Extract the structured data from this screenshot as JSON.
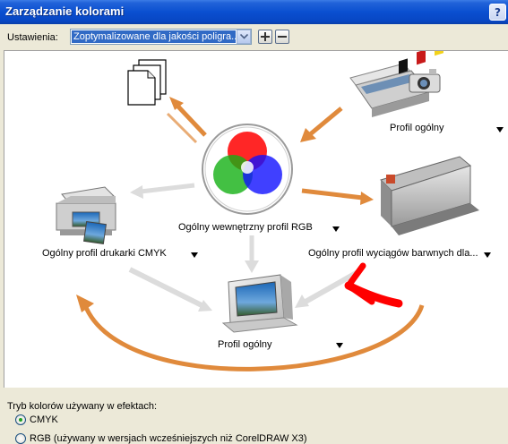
{
  "window": {
    "title": "Zarządzanie kolorami"
  },
  "settings": {
    "label": "Ustawienia:",
    "selected": "Zoptymalizowane dla jakości poligra..."
  },
  "diagram": {
    "internal_rgb": "Ogólny wewnętrzny profil RGB",
    "scanner_profile": "Profil ogólny",
    "printer_profile": "Ogólny profil drukarki CMYK",
    "press_profile": "Ogólny profil wyciągów barwnych dla...",
    "monitor_profile": "Profil ogólny"
  },
  "effects": {
    "label": "Tryb kolorów używany w efektach:",
    "options": [
      "CMYK",
      "RGB (używany w wersjach wcześniejszych niż CorelDRAW X3)"
    ],
    "selected": "CMYK"
  },
  "colors": {
    "accent_arrow": "#e08a3c",
    "gray_arrow": "#d8d8d8",
    "red_annotation": "#ff0000",
    "titlebar": "#0a4fd0"
  }
}
